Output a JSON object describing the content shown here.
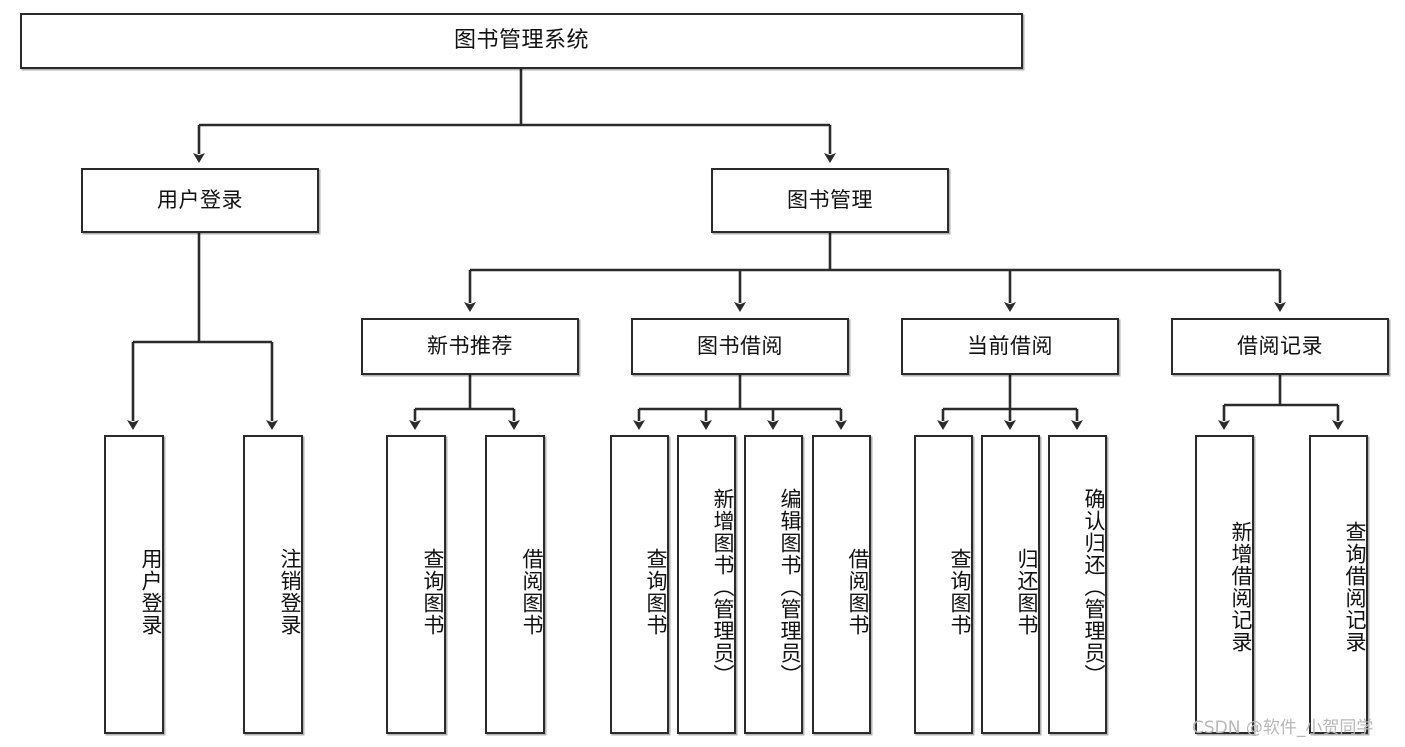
{
  "diagram": {
    "type": "tree-hierarchy-flowchart",
    "title": "图书管理系统",
    "orientation": "top-down",
    "colors": {
      "node_border": "#2b2b2b",
      "node_fill": "#ffffff",
      "edge": "#2b2b2b",
      "text": "#111111",
      "watermark": "#b8b8b8",
      "background": "#ffffff"
    },
    "nodes": {
      "root": {
        "label": "图书管理系统",
        "level": 1
      },
      "level2": [
        {
          "id": "user-login",
          "label": "用户登录"
        },
        {
          "id": "book-manage",
          "label": "图书管理"
        }
      ],
      "level3": [
        {
          "id": "new-book-recommend",
          "label": "新书推荐",
          "parent": "book-manage"
        },
        {
          "id": "book-borrow",
          "label": "图书借阅",
          "parent": "book-manage"
        },
        {
          "id": "current-borrow",
          "label": "当前借阅",
          "parent": "book-manage"
        },
        {
          "id": "borrow-record",
          "label": "借阅记录",
          "parent": "book-manage"
        }
      ],
      "leaves": [
        {
          "id": "leaf-user-login",
          "label": "用户登录",
          "parent": "user-login"
        },
        {
          "id": "leaf-logout-login",
          "label": "注销登录",
          "parent": "user-login"
        },
        {
          "id": "leaf-query-book-1",
          "label": "查询图书",
          "parent": "new-book-recommend"
        },
        {
          "id": "leaf-borrow-book-1",
          "label": "借阅图书",
          "parent": "new-book-recommend"
        },
        {
          "id": "leaf-query-book-2",
          "label": "查询图书",
          "parent": "book-borrow"
        },
        {
          "id": "leaf-add-book",
          "label": "新增图书（管理员）",
          "parent": "book-borrow"
        },
        {
          "id": "leaf-edit-book",
          "label": "编辑图书（管理员）",
          "parent": "book-borrow"
        },
        {
          "id": "leaf-borrow-book-2",
          "label": "借阅图书",
          "parent": "book-borrow"
        },
        {
          "id": "leaf-query-book-3",
          "label": "查询图书",
          "parent": "current-borrow"
        },
        {
          "id": "leaf-return-book",
          "label": "归还图书",
          "parent": "current-borrow"
        },
        {
          "id": "leaf-confirm-return",
          "label": "确认归还（管理员）",
          "parent": "current-borrow"
        },
        {
          "id": "leaf-add-record",
          "label": "新增借阅记录",
          "parent": "borrow-record"
        },
        {
          "id": "leaf-query-record",
          "label": "查询借阅记录",
          "parent": "borrow-record"
        }
      ]
    },
    "watermark": "CSDN @软件_小贺同学"
  }
}
